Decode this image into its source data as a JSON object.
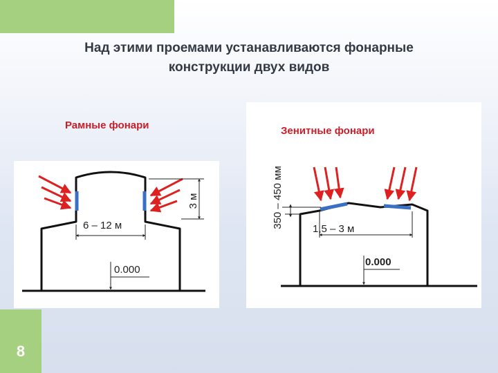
{
  "slide": {
    "title_line1": "Над этими проемами устанавливаются фонарные",
    "title_line2": "конструкции двух видов",
    "page_number": "8"
  },
  "frame_lanterns": {
    "label": "Рамные фонари",
    "span_label": "6 – 12 м",
    "height_label": "3 м",
    "elevation_label": "0.000"
  },
  "zenith_lanterns": {
    "label": "Зенитные фонари",
    "span_label": "1,5 – 3 м",
    "height_label": "350 – 450 мм",
    "elevation_label": "0.000"
  },
  "colors": {
    "accent_green": "#a4d07f",
    "label_red": "#c8202a",
    "arrow_red": "#dd2020",
    "glass_blue": "#3a6fc4",
    "wall_black": "#111111"
  }
}
